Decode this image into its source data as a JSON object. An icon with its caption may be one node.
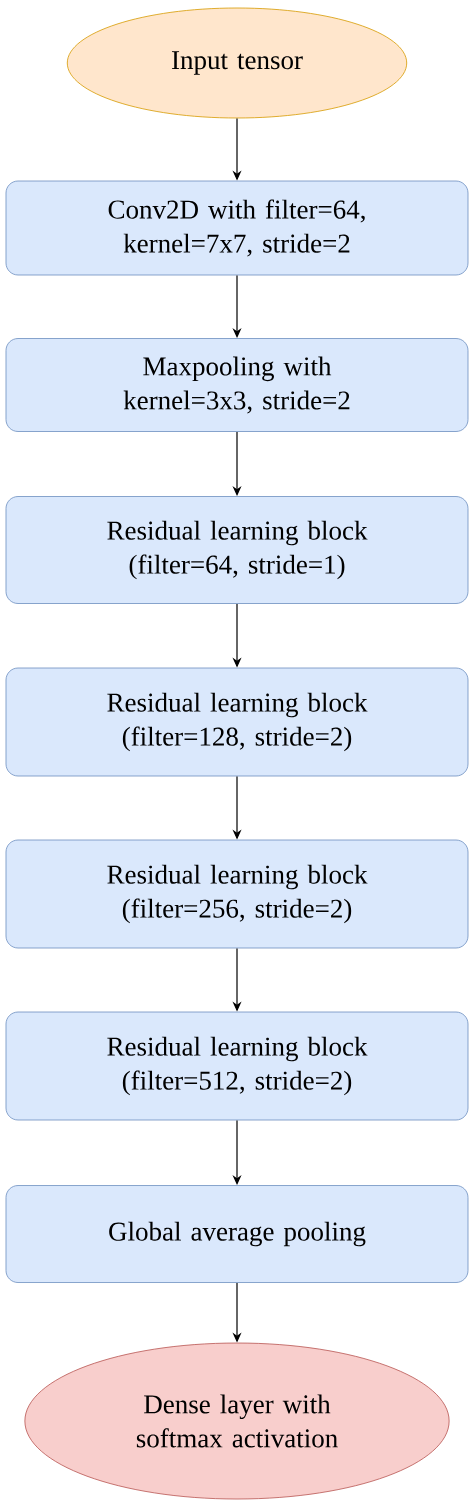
{
  "diagram": {
    "nodes": [
      {
        "text": [
          "Input tensor"
        ]
      },
      {
        "text": [
          "Conv2D with filter=64, kernel=7x7, stride=2"
        ]
      },
      {
        "text": [
          "Maxpooling with kernel=3x3, stride=2"
        ]
      },
      {
        "text": [
          "Residual learning block (filter=64, stride=1)"
        ]
      },
      {
        "text": [
          "Residual learning block (filter=128, stride=2)"
        ]
      },
      {
        "text": [
          "Residual learning block (filter=256, stride=2)"
        ]
      },
      {
        "text": [
          "Residual learning block (filter=512, stride=2)"
        ]
      },
      {
        "text": [
          "Global average pooling"
        ]
      },
      {
        "text": [
          "Dense layer with softmax activation"
        ]
      }
    ],
    "edges": [
      {
        "from": 0,
        "to": 1,
        "arrow": "to"
      },
      {
        "from": 1,
        "to": 2,
        "arrow": "to"
      },
      {
        "from": 2,
        "to": 3,
        "arrow": "to"
      },
      {
        "from": 3,
        "to": 4,
        "arrow": "to"
      },
      {
        "from": 4,
        "to": 5,
        "arrow": "to"
      },
      {
        "from": 5,
        "to": 6,
        "arrow": "to"
      },
      {
        "from": 6,
        "to": 7,
        "arrow": "to"
      },
      {
        "from": 7,
        "to": 8,
        "arrow": "to"
      }
    ]
  }
}
